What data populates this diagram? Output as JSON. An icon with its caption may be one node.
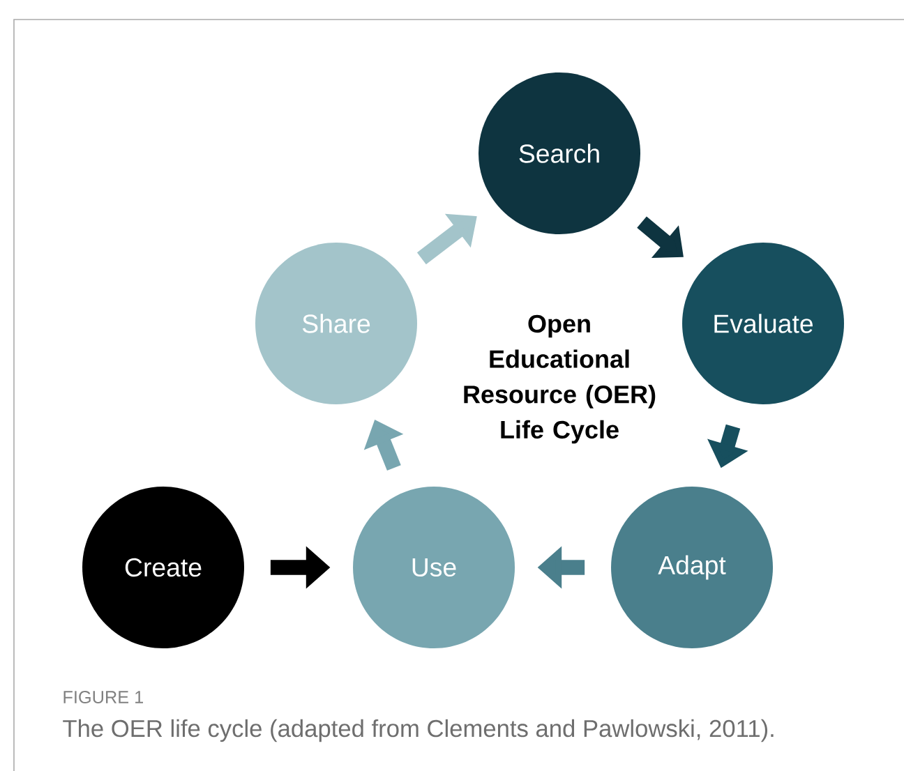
{
  "diagram": {
    "caption": "The OER life cycle (adapted from Clements and Pawlowski, 2011).",
    "nodes": [
      {
        "text": [
          "Search"
        ]
      },
      {
        "text": [
          "Share"
        ]
      },
      {
        "text": [
          "Evaluate"
        ]
      },
      {
        "text": [
          "Create"
        ]
      },
      {
        "text": [
          "Use"
        ]
      },
      {
        "text": [
          "Adapt"
        ]
      }
    ],
    "edges": [
      {
        "from": 1,
        "to": 0,
        "arrow": "to",
        "color": "#a3c4ca"
      },
      {
        "from": 0,
        "to": 2,
        "arrow": "to",
        "color": "#0e3440"
      },
      {
        "from": 2,
        "to": 5,
        "arrow": "to",
        "color": "#174f5e"
      },
      {
        "from": 3,
        "to": 4,
        "arrow": "to",
        "color": "#000000"
      },
      {
        "from": 5,
        "to": 4,
        "arrow": "to",
        "color": "#4a7f8c"
      },
      {
        "from": 4,
        "to": 1,
        "arrow": "to",
        "color": "#78a6b0"
      }
    ],
    "labels": [
      "Open Educational Resource (OER) Life Cycle",
      "FIGURE 1"
    ]
  }
}
